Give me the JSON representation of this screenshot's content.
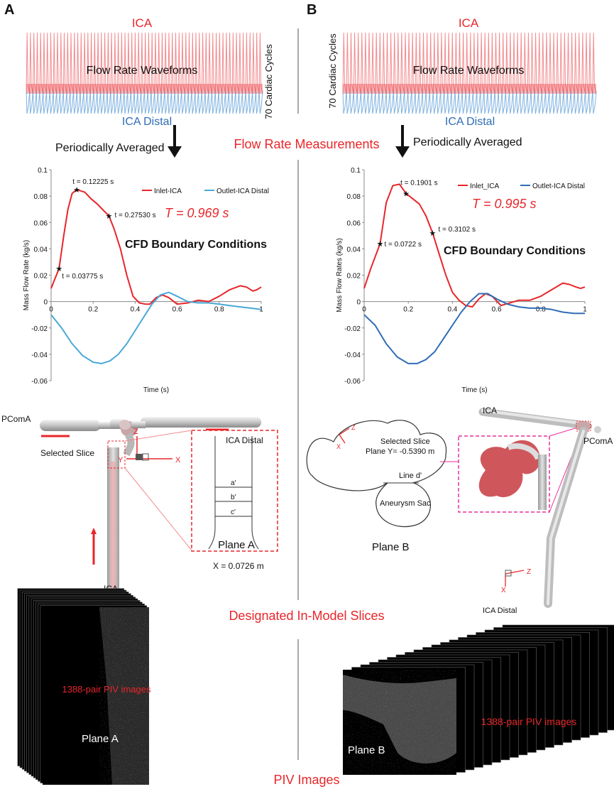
{
  "panels": [
    {
      "letter": "A",
      "waveform": {
        "top_label": "ICA",
        "middle_label": "Flow Rate Waveforms",
        "bottom_label": "ICA Distal",
        "cycles_label": "70 Cardiac Cycles",
        "cycles": 70
      },
      "averaged_label": "Periodically Averaged",
      "period_label": "T = 0.969 s",
      "bc_label": "CFD Boundary Conditions",
      "annotations": [
        "t = 0.12225 s",
        "t = 0.27530 s",
        "t = 0.03775 s"
      ],
      "model": {
        "labels": {
          "pcoma": "PComA",
          "ica_distal": "ICA Distal",
          "selected_slice": "Selected Slice",
          "ica": "ICA",
          "axis_z": "Z",
          "axis_y": "Y",
          "axis_x": "X"
        },
        "lines": [
          "a'",
          "b'",
          "c'"
        ],
        "plane_label": "Plane A",
        "coordinate": "X = 0.0726 m"
      },
      "piv": {
        "count_label": "1388-pair PIV images",
        "plane_label": "Plane A"
      }
    },
    {
      "letter": "B",
      "waveform": {
        "top_label": "ICA",
        "middle_label": "Flow Rate Waveforms",
        "bottom_label": "ICA Distal",
        "cycles_label": "70 Cardiac Cycles",
        "cycles": 70
      },
      "averaged_label": "Periodically  Averaged",
      "period_label": "T = 0.995 s",
      "bc_label": "CFD Boundary Conditions",
      "annotations": [
        "t = 0.1901 s",
        "t = 0.0722 s",
        "t = 0.3102 s"
      ],
      "model": {
        "labels": {
          "ica": "ICA",
          "pcoma": "PComA",
          "selected_slice": "Selected Slice",
          "plane_coordinate": "Plane Y= -0.5390 m",
          "line": "Line d'",
          "sac": "Aneurysm Sac",
          "ica_distal": "ICA Distal",
          "axis_z": "Z",
          "axis_x": "X"
        },
        "plane_label": "Plane B"
      },
      "piv": {
        "count_label": "1388-pair PIV images",
        "plane_label": "Plane B"
      }
    }
  ],
  "section_labels": {
    "flow_rate_measurements": "Flow Rate Measurements",
    "designated_slices": "Designated In-Model Slices",
    "piv_images": "PIV Images"
  },
  "colors": {
    "inlet": "#e8262a",
    "outlet_a": "#4aa8d8",
    "outlet_b": "#2f6db5",
    "accent_red": "#e8262a",
    "waveform_red": "#f28b8e",
    "waveform_blue": "#7fb2e0"
  },
  "chart_data": [
    {
      "type": "line",
      "xlabel": "Time (s)",
      "ylabel": "Mass Flow Rate (kg/s)",
      "xlim": [
        0,
        1
      ],
      "ylim": [
        -0.06,
        0.1
      ],
      "x_ticks": [
        "0",
        "0.2",
        "0.4",
        "0.6",
        "0.8",
        "1"
      ],
      "y_ticks": [
        "-0.06",
        "-0.04",
        "-0.02",
        "0",
        "0.02",
        "0.04",
        "0.06",
        "0.08",
        "0.1"
      ],
      "legend_position": "top-right",
      "grid": false,
      "series": [
        {
          "name": "Inlet-ICA",
          "x": [
            0,
            0.02,
            0.0378,
            0.06,
            0.08,
            0.1,
            0.1223,
            0.14,
            0.16,
            0.19,
            0.22,
            0.25,
            0.2753,
            0.3,
            0.33,
            0.36,
            0.39,
            0.42,
            0.45,
            0.47,
            0.5,
            0.53,
            0.56,
            0.6,
            0.65,
            0.7,
            0.75,
            0.8,
            0.85,
            0.9,
            0.93,
            0.96,
            0.98,
            1.0
          ],
          "y": [
            0.01,
            0.018,
            0.025,
            0.05,
            0.07,
            0.082,
            0.085,
            0.084,
            0.083,
            0.078,
            0.074,
            0.069,
            0.065,
            0.055,
            0.04,
            0.02,
            0.004,
            -0.001,
            -0.002,
            -0.002,
            0.003,
            0.005,
            0.003,
            -0.002,
            -0.001,
            0.001,
            0.0,
            0.004,
            0.009,
            0.012,
            0.011,
            0.008,
            0.009,
            0.011
          ]
        },
        {
          "name": "Outlet-ICA Distal",
          "x": [
            0,
            0.05,
            0.1,
            0.15,
            0.2,
            0.24,
            0.28,
            0.32,
            0.36,
            0.4,
            0.44,
            0.48,
            0.52,
            0.56,
            0.6,
            0.65,
            0.7,
            0.75,
            0.8,
            0.85,
            0.9,
            0.95,
            1.0
          ],
          "y": [
            -0.01,
            -0.02,
            -0.032,
            -0.041,
            -0.046,
            -0.047,
            -0.045,
            -0.04,
            -0.032,
            -0.022,
            -0.012,
            -0.002,
            0.005,
            0.007,
            0.004,
            0.0,
            -0.001,
            -0.001,
            -0.002,
            -0.003,
            -0.004,
            -0.005,
            -0.006
          ]
        }
      ]
    },
    {
      "type": "line",
      "xlabel": "Time (s)",
      "ylabel": "Mass Flow Rates (kg/s)",
      "xlim": [
        0,
        1
      ],
      "ylim": [
        -0.06,
        0.1
      ],
      "x_ticks": [
        "0",
        "0.2",
        "0.4",
        "0.6",
        "0.8",
        "1"
      ],
      "y_ticks": [
        "-0.06",
        "-0.04",
        "-0.02",
        "0",
        "0.02",
        "0.04",
        "0.06",
        "0.08",
        "0.1"
      ],
      "legend_position": "top-right",
      "grid": false,
      "series": [
        {
          "name": "Inlet_ICA",
          "x": [
            0,
            0.03,
            0.0722,
            0.1,
            0.13,
            0.16,
            0.1901,
            0.22,
            0.25,
            0.28,
            0.3102,
            0.34,
            0.37,
            0.4,
            0.43,
            0.46,
            0.49,
            0.52,
            0.55,
            0.58,
            0.62,
            0.66,
            0.7,
            0.75,
            0.8,
            0.85,
            0.9,
            0.93,
            0.96,
            0.98,
            1.0
          ],
          "y": [
            0.01,
            0.025,
            0.044,
            0.075,
            0.088,
            0.089,
            0.082,
            0.078,
            0.074,
            0.065,
            0.052,
            0.036,
            0.02,
            0.007,
            0.001,
            -0.003,
            -0.004,
            0.002,
            0.006,
            0.004,
            -0.003,
            -0.001,
            0.001,
            0.001,
            0.004,
            0.009,
            0.014,
            0.013,
            0.011,
            0.01,
            0.011
          ]
        },
        {
          "name": "Outlet-ICA Distal",
          "x": [
            0,
            0.05,
            0.1,
            0.15,
            0.2,
            0.24,
            0.28,
            0.32,
            0.36,
            0.4,
            0.44,
            0.48,
            0.52,
            0.56,
            0.6,
            0.65,
            0.7,
            0.75,
            0.8,
            0.85,
            0.9,
            0.95,
            1.0
          ],
          "y": [
            -0.01,
            -0.018,
            -0.032,
            -0.042,
            -0.047,
            -0.047,
            -0.044,
            -0.038,
            -0.028,
            -0.018,
            -0.008,
            0.0,
            0.006,
            0.006,
            0.002,
            -0.002,
            -0.004,
            -0.005,
            -0.005,
            -0.006,
            -0.008,
            -0.009,
            -0.009
          ]
        }
      ]
    }
  ]
}
